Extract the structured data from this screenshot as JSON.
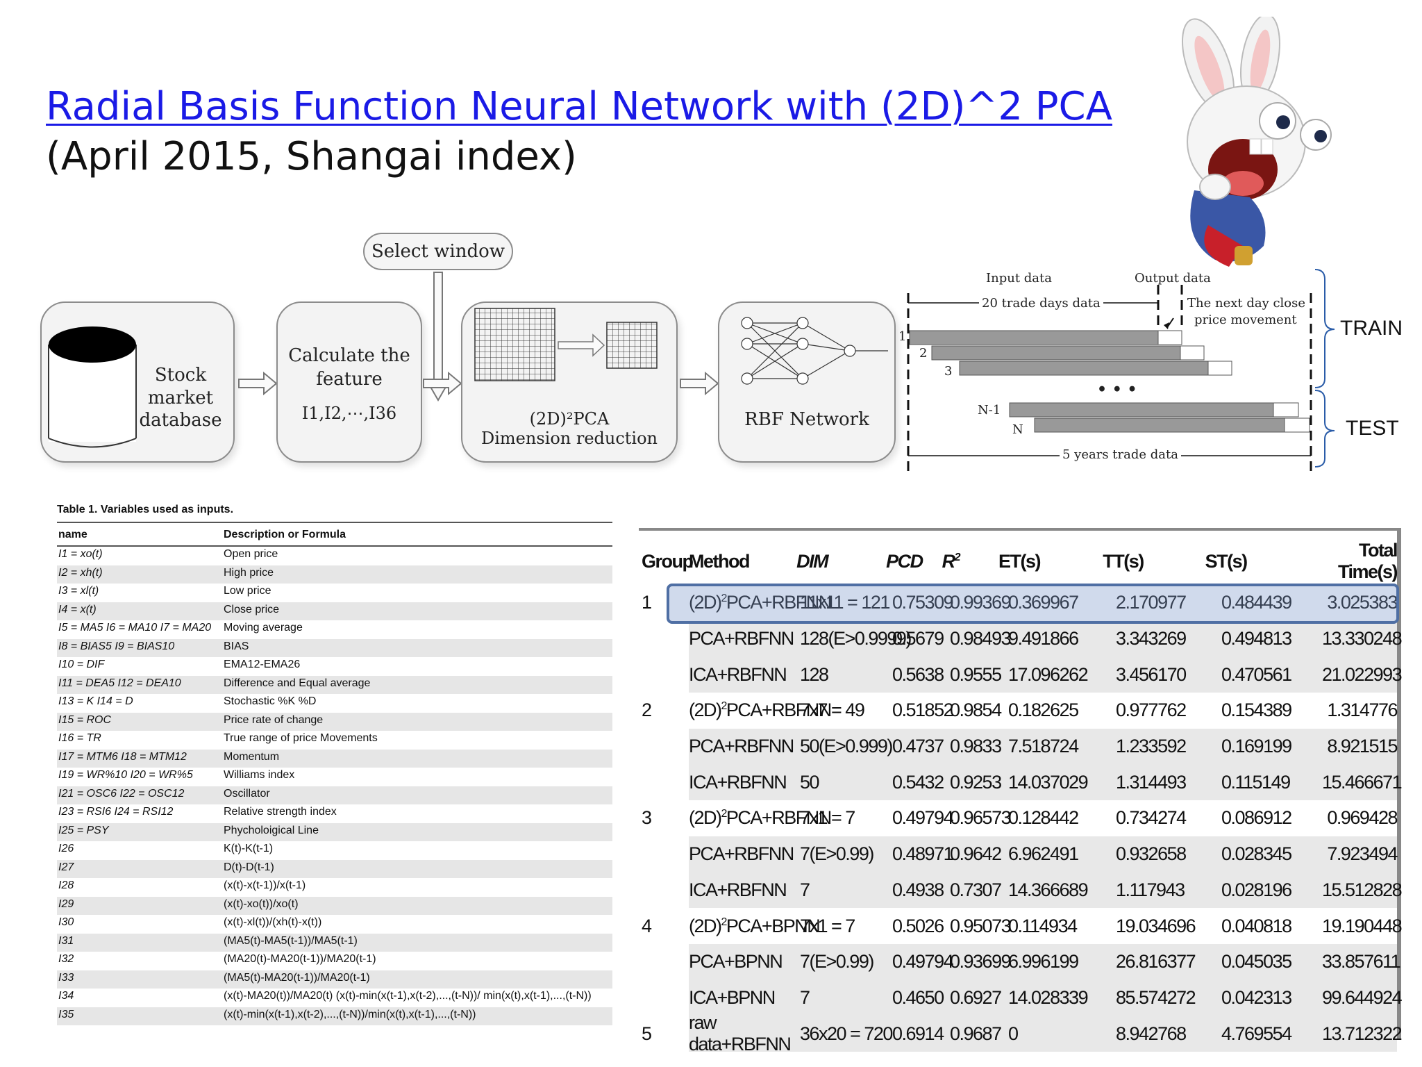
{
  "slide": {
    "title_link": "Radial Basis Function Neural Network with (2D)^2 PCA",
    "subtitle": "(April 2015, Shangai index)"
  },
  "flow": {
    "select_window": "Select window",
    "db_label": "Stock market database",
    "calc_line1": "Calculate the",
    "calc_line2": "feature",
    "calc_line3": "I1,I2,⋯,I36",
    "pca_line1": "(2D)²PCA",
    "pca_line2": "Dimension reduction",
    "rbf_label": "RBF Network"
  },
  "traintest": {
    "input_data": "Input data",
    "output_data": "Output data",
    "trade20": "20 trade days data",
    "next_day_1": "The next day close",
    "next_day_2": "price movement",
    "row1": "1",
    "row2": "2",
    "row3": "3",
    "dots": "• • •",
    "rowN1": "N-1",
    "rowN": "N",
    "years": "5 years trade data",
    "train": "TRAIN",
    "test": "TEST"
  },
  "table1": {
    "caption": "Table 1. Variables used as inputs.",
    "col_name": "name",
    "col_desc": "Description or Formula",
    "rows": [
      {
        "name": "I1 = xo(t)",
        "desc": "Open price"
      },
      {
        "name": "I2 = xh(t)",
        "desc": "High price"
      },
      {
        "name": "I3 = xl(t)",
        "desc": "Low price"
      },
      {
        "name": "I4 = x(t)",
        "desc": "Close price"
      },
      {
        "name": "I5 = MA5 I6 = MA10 I7 = MA20",
        "desc": "Moving average"
      },
      {
        "name": "I8 = BIAS5 I9 = BIAS10",
        "desc": "BIAS"
      },
      {
        "name": "I10 = DIF",
        "desc": "EMA12-EMA26"
      },
      {
        "name": "I11 = DEA5 I12 = DEA10",
        "desc": "Difference and Equal average"
      },
      {
        "name": "I13 = K I14 = D",
        "desc": "Stochastic %K %D"
      },
      {
        "name": "I15 = ROC",
        "desc": "Price rate of change"
      },
      {
        "name": "I16 = TR",
        "desc": "True range of price Movements"
      },
      {
        "name": "I17 = MTM6 I18 = MTM12",
        "desc": "Momentum"
      },
      {
        "name": "I19 = WR%10 I20 = WR%5",
        "desc": "Williams index"
      },
      {
        "name": "I21 = OSC6 I22 = OSC12",
        "desc": "Oscillator"
      },
      {
        "name": "I23 = RSI6 I24 = RSI12",
        "desc": "Relative strength index"
      },
      {
        "name": "I25 = PSY",
        "desc": "Phycholoigical Line"
      },
      {
        "name": "I26",
        "desc": "K(t)-K(t-1)"
      },
      {
        "name": "I27",
        "desc": "D(t)-D(t-1)"
      },
      {
        "name": "I28",
        "desc": "(x(t)-x(t-1))/x(t-1)"
      },
      {
        "name": "I29",
        "desc": "(x(t)-xo(t))/xo(t)"
      },
      {
        "name": "I30",
        "desc": "(x(t)-xl(t))/(xh(t)-x(t))"
      },
      {
        "name": "I31",
        "desc": "(MA5(t)-MA5(t-1))/MA5(t-1)"
      },
      {
        "name": "I32",
        "desc": "(MA20(t)-MA20(t-1))/MA20(t-1)"
      },
      {
        "name": "I33",
        "desc": "(MA5(t)-MA20(t-1))/MA20(t-1)"
      },
      {
        "name": "I34",
        "desc": "(x(t)-MA20(t))/MA20(t) (x(t)-min(x(t-1),x(t-2),...,(t-N))/ min(x(t),x(t-1),...,(t-N))"
      },
      {
        "name": "I35",
        "desc": "(x(t)-min(x(t-1),x(t-2),...,(t-N))/min(x(t),x(t-1),...,(t-N))"
      }
    ]
  },
  "table2": {
    "headers": {
      "group": "Group",
      "method": "Method",
      "dim": "DIM",
      "pcd": "PCD",
      "r2": "R",
      "et": "ET(s)",
      "tt": "TT(s)",
      "st": "ST(s)",
      "total": "Total Time(s)"
    },
    "rows": [
      {
        "group": "1",
        "method": "PCA+RBFNN",
        "method_prefix": "(2D)",
        "dim": "11x11 = 121",
        "pcd": "0.75309",
        "r2": "0.99369",
        "et": "0.369967",
        "tt": "2.170977",
        "st": "0.484439",
        "total": "3.025383"
      },
      {
        "group": "",
        "method": "PCA+RBFNN",
        "method_prefix": "",
        "dim": "128(E>0.9999)",
        "pcd": "0.5679",
        "r2": "0.98493",
        "et": "9.491866",
        "tt": "3.343269",
        "st": "0.494813",
        "total": "13.330248"
      },
      {
        "group": "",
        "method": "ICA+RBFNN",
        "method_prefix": "",
        "dim": "128",
        "pcd": "0.5638",
        "r2": "0.9555",
        "et": "17.096262",
        "tt": "3.456170",
        "st": "0.470561",
        "total": "21.022993"
      },
      {
        "group": "2",
        "method": "PCA+RBFNN",
        "method_prefix": "(2D)",
        "dim": "7x7 = 49",
        "pcd": "0.51852",
        "r2": "0.9854",
        "et": "0.182625",
        "tt": "0.977762",
        "st": "0.154389",
        "total": "1.314776"
      },
      {
        "group": "",
        "method": "PCA+RBFNN",
        "method_prefix": "",
        "dim": "50(E>0.999)",
        "pcd": "0.4737",
        "r2": "0.9833",
        "et": "7.518724",
        "tt": "1.233592",
        "st": "0.169199",
        "total": "8.921515"
      },
      {
        "group": "",
        "method": "ICA+RBFNN",
        "method_prefix": "",
        "dim": "50",
        "pcd": "0.5432",
        "r2": "0.9253",
        "et": "14.037029",
        "tt": "1.314493",
        "st": "0.115149",
        "total": "15.466671"
      },
      {
        "group": "3",
        "method": "PCA+RBFNN",
        "method_prefix": "(2D)",
        "dim": "7x1 = 7",
        "pcd": "0.49794",
        "r2": "0.96573",
        "et": "0.128442",
        "tt": "0.734274",
        "st": "0.086912",
        "total": "0.969428"
      },
      {
        "group": "",
        "method": "PCA+RBFNN",
        "method_prefix": "",
        "dim": "7(E>0.99)",
        "pcd": "0.48971",
        "r2": "0.9642",
        "et": "6.962491",
        "tt": "0.932658",
        "st": "0.028345",
        "total": "7.923494"
      },
      {
        "group": "",
        "method": "ICA+RBFNN",
        "method_prefix": "",
        "dim": "7",
        "pcd": "0.4938",
        "r2": "0.7307",
        "et": "14.366689",
        "tt": "1.117943",
        "st": "0.028196",
        "total": "15.512828"
      },
      {
        "group": "4",
        "method": "PCA+BPNN",
        "method_prefix": "(2D)",
        "dim": "7x1 = 7",
        "pcd": "0.5026",
        "r2": "0.95073",
        "et": "0.114934",
        "tt": "19.034696",
        "st": "0.040818",
        "total": "19.190448"
      },
      {
        "group": "",
        "method": "PCA+BPNN",
        "method_prefix": "",
        "dim": "7(E>0.99)",
        "pcd": "0.49794",
        "r2": "0.93699",
        "et": "6.996199",
        "tt": "26.816377",
        "st": "0.045035",
        "total": "33.857611"
      },
      {
        "group": "",
        "method": "ICA+BPNN",
        "method_prefix": "",
        "dim": "7",
        "pcd": "0.4650",
        "r2": "0.6927",
        "et": "14.028339",
        "tt": "85.574272",
        "st": "0.042313",
        "total": "99.644924"
      },
      {
        "group": "5",
        "method": "raw data+RBFNN",
        "method_prefix": "",
        "dim": "36x20 = 720",
        "pcd": "0.6914",
        "r2": "0.9687",
        "et": "0",
        "tt": "8.942768",
        "st": "4.769554",
        "total": "13.712322"
      }
    ],
    "shaded_rows": [
      1,
      2,
      4,
      5,
      7,
      8,
      10,
      11,
      12
    ],
    "highlight_color": "#4f6fa4"
  }
}
